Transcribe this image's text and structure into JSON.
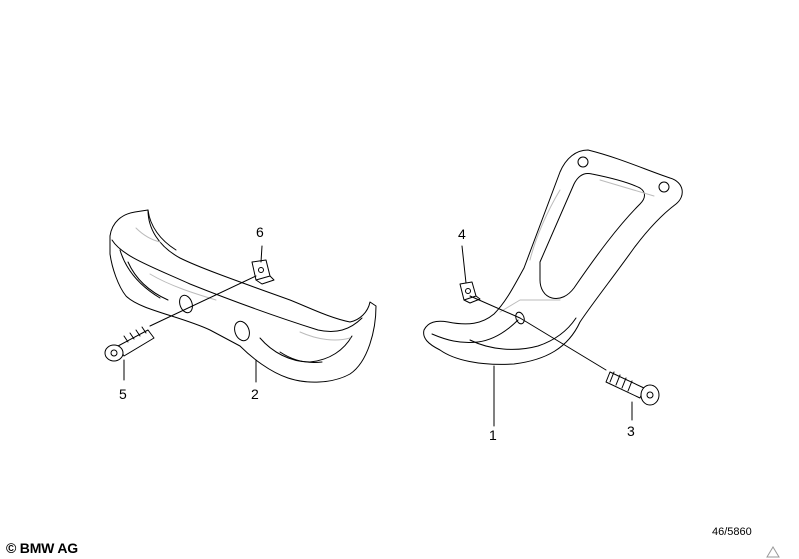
{
  "callouts": {
    "c1": "1",
    "c2": "2",
    "c3": "3",
    "c4": "4",
    "c5": "5",
    "c6": "6"
  },
  "footer": {
    "copyright": "© BMW AG",
    "diagram_code": "46/5860"
  },
  "parts": [
    {
      "number": "1",
      "icon": "footrest-bracket-right"
    },
    {
      "number": "2",
      "icon": "footrest-bracket-left"
    },
    {
      "number": "3",
      "icon": "hex-socket-bolt"
    },
    {
      "number": "4",
      "icon": "clip-nut"
    },
    {
      "number": "5",
      "icon": "hex-socket-bolt"
    },
    {
      "number": "6",
      "icon": "clip-nut"
    }
  ],
  "colors": {
    "line": "#000000",
    "background": "#ffffff",
    "shading": "#dddddd"
  }
}
